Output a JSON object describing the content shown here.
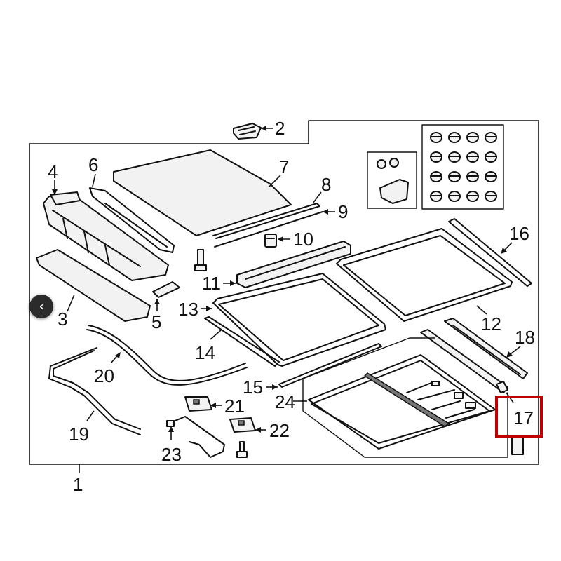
{
  "diagram": {
    "labels": {
      "p1": "1",
      "p2": "2",
      "p3": "3",
      "p4": "4",
      "p5": "5",
      "p6": "6",
      "p7": "7",
      "p8": "8",
      "p9": "9",
      "p10": "10",
      "p11": "11",
      "p12": "12",
      "p13": "13",
      "p14": "14",
      "p15": "15",
      "p16": "16",
      "p17": "17",
      "p18": "18",
      "p19": "19",
      "p20": "20",
      "p21": "21",
      "p22": "22",
      "p23": "23",
      "p24": "24"
    },
    "highlight": {
      "part": "17",
      "color": "#c00000"
    }
  },
  "nav": {
    "prev_icon": "chevron-left-icon",
    "glyph": "‹"
  }
}
